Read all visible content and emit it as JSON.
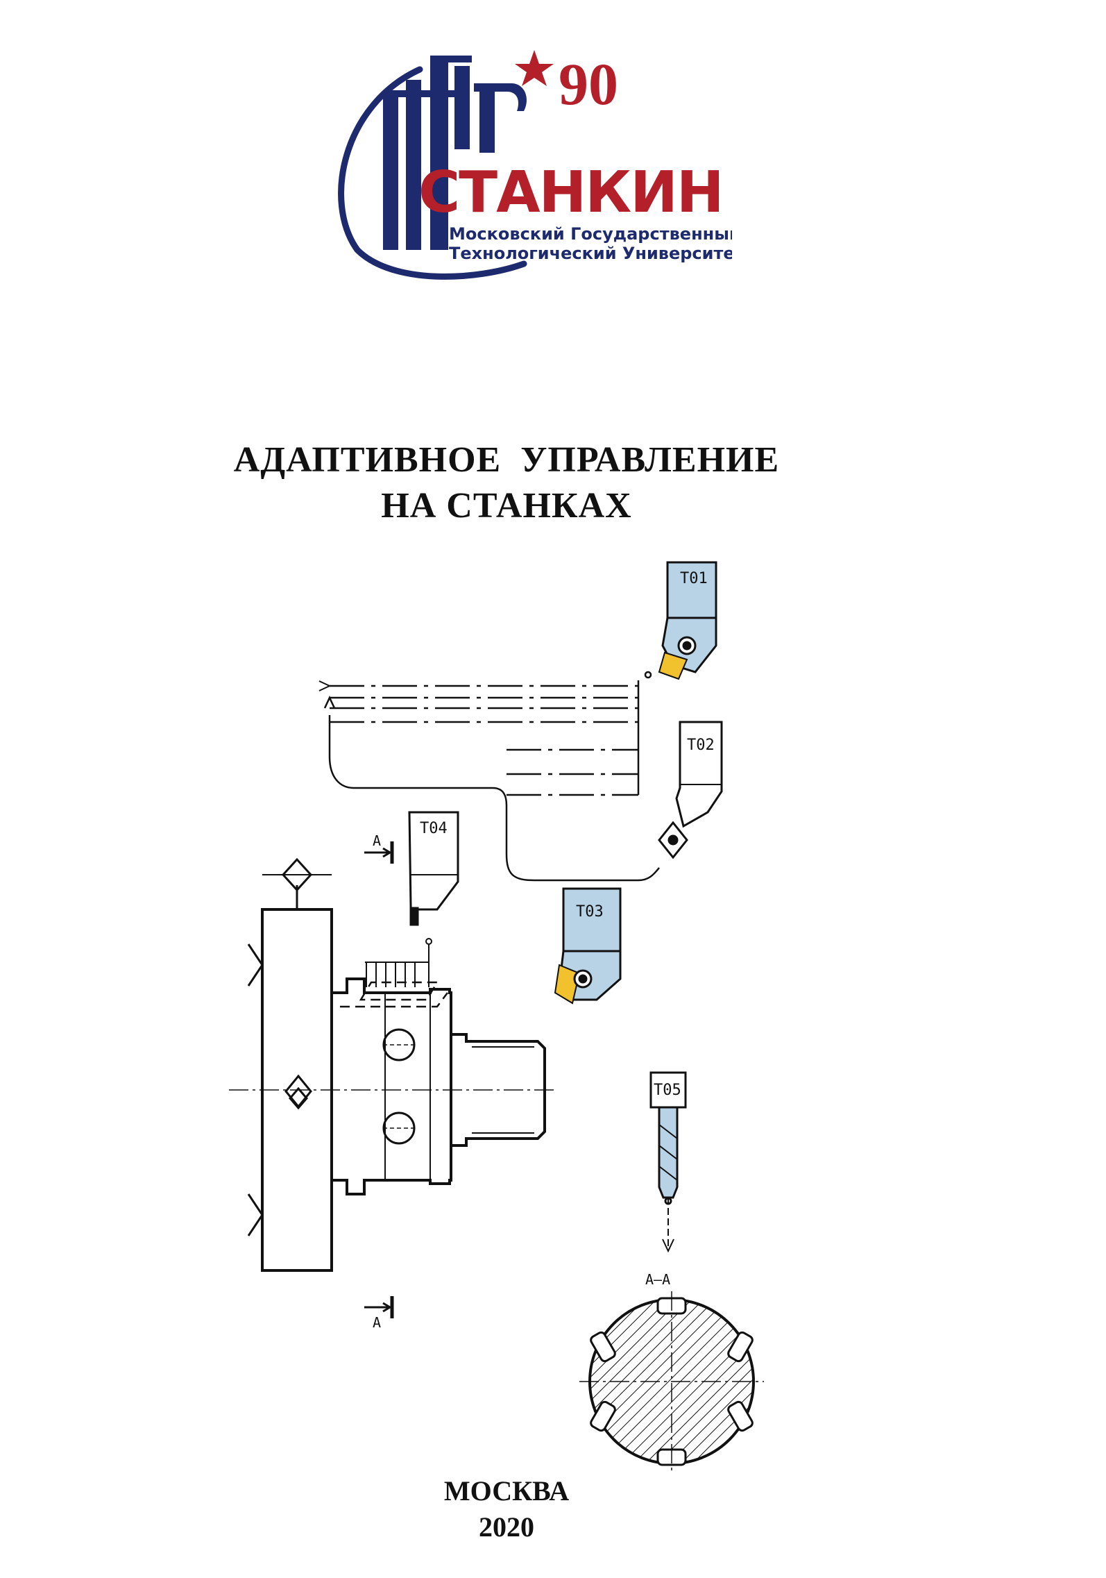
{
  "logo": {
    "anniversary_number": "90",
    "name": "СТАНКИН",
    "subtitle_line1": "Московский Государственный",
    "subtitle_line2": "Технологический Университет",
    "colors": {
      "brand_blue": "#1e2a6e",
      "brand_red": "#b3202a"
    }
  },
  "title": {
    "line1": "АДАПТИВНОЕ  УПРАВЛЕНИЕ",
    "line2": "НА СТАНКАХ"
  },
  "drawing": {
    "tools": {
      "t01": "T01",
      "t02": "T02",
      "t03": "T03",
      "t04": "T04",
      "t05": "T05"
    },
    "section_marker_top": "A",
    "section_marker_bottom": "A",
    "section_title": "A–A",
    "colors": {
      "tool_body": "#b9d3e6",
      "insert_yellow": "#f2c12e",
      "line": "#111111"
    }
  },
  "footer": {
    "city": "МОСКВА",
    "year": "2020"
  }
}
